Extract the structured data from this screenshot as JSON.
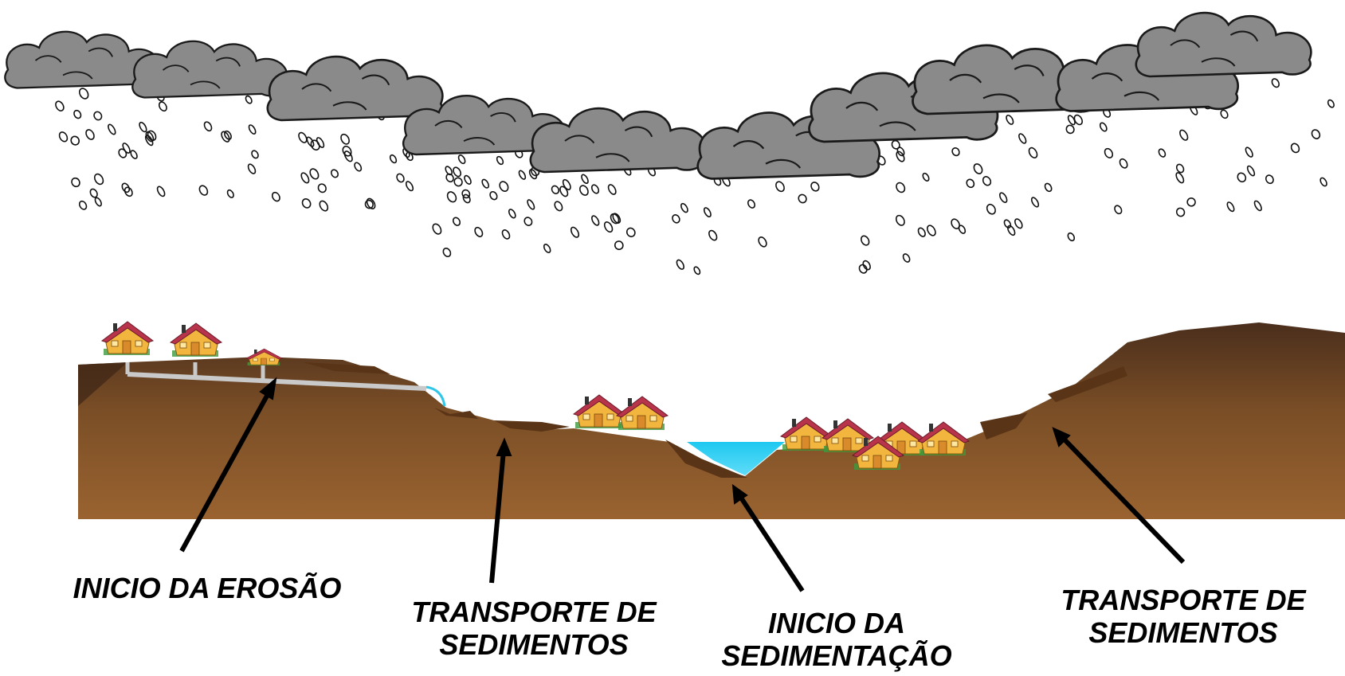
{
  "labels": {
    "erosion_start": "INICIO DA EROSÃO",
    "transport_left_line1": "TRANSPORTE DE",
    "transport_left_line2": "SEDIMENTOS",
    "sedimentation_line1": "INICIO DA",
    "sedimentation_line2": "SEDIMENTAÇÃO",
    "transport_right_line1": "TRANSPORTE DE",
    "transport_right_line2": "SEDIMENTOS"
  },
  "colors": {
    "cloud_fill": "#8a8a8a",
    "cloud_outline": "#1a1a1a",
    "soil_top": "#4a2e1c",
    "soil_bottom": "#9a6330",
    "water": "#1ec8f0",
    "sediment": "#5a3416",
    "house_wall": "#f2b53e",
    "house_roof": "#b8344a",
    "pipe": "#c9c9c9",
    "arrow": "#000000"
  },
  "icons": [
    "cloud-icon",
    "raindrop-icon",
    "house-icon",
    "arrow-icon",
    "pipe-icon"
  ]
}
